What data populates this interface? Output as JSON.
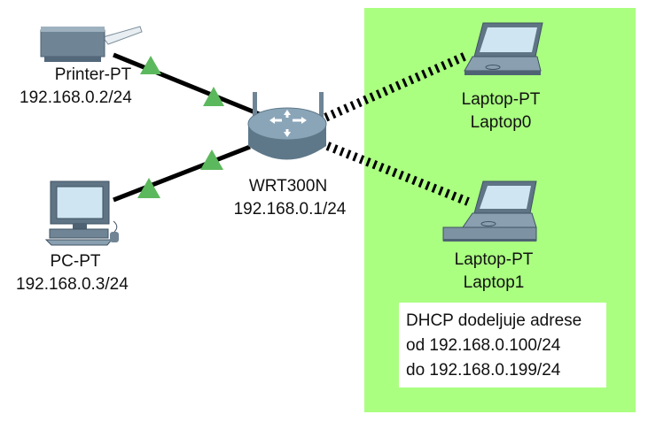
{
  "devices": {
    "printer": {
      "type": "Printer-PT",
      "ip": "192.168.0.2/24",
      "icon": "printer-icon"
    },
    "pc": {
      "type": "PC-PT",
      "ip": "192.168.0.3/24",
      "icon": "desktop-pc-icon"
    },
    "router": {
      "type": "WRT300N",
      "ip": "192.168.0.1/24",
      "icon": "wireless-router-icon"
    },
    "laptop0": {
      "type": "Laptop-PT",
      "name": "Laptop0",
      "icon": "laptop-icon"
    },
    "laptop1": {
      "type": "Laptop-PT",
      "name": "Laptop1",
      "icon": "laptop-icon"
    }
  },
  "note": {
    "line1": "DHCP dodeljuje adrese",
    "line2": "od 192.168.0.100/24",
    "line3": "do 192.168.0.199/24"
  },
  "colors": {
    "wireless_zone": "#aaff80",
    "link_up": "#5cb85c",
    "cable": "#000000",
    "router_body": "#8aa5b8"
  }
}
